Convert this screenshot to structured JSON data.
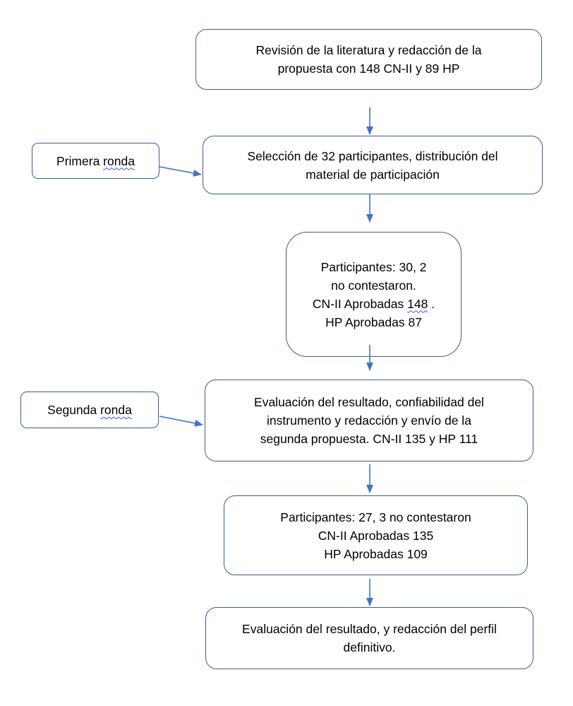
{
  "colors": {
    "arrow": "#4472c4",
    "box_border": "#3a5f8f",
    "spellcheck_underline": "#3355dd"
  },
  "step1": {
    "line1": "Revisión de la literatura y redacción de la",
    "line2": "propuesta con 148 CN-II y 89 HP"
  },
  "step2": {
    "line1": "Selección de 32 participantes, distribución del",
    "line2": "material de participación"
  },
  "step3": {
    "line1": "Participantes: 30, 2",
    "line2": "no contestaron.",
    "line3_prefix": "CN-II Aprobadas ",
    "line3_num": "148",
    "line3_suffix": " .",
    "line4": "HP Aprobadas 87"
  },
  "step4": {
    "line1": "Evaluación del resultado, confiabilidad del",
    "line2": "instrumento y redacción y envío de la",
    "line3": "segunda propuesta. CN-II 135 y HP 111"
  },
  "step5": {
    "line1": "Participantes: 27, 3 no contestaron",
    "line2": "CN-II Aprobadas 135",
    "line3": "HP Aprobadas 109"
  },
  "step6": {
    "line1": "Evaluación del resultado, y redacción del perfil",
    "line2": "definitivo."
  },
  "round1": {
    "word1": "Primera ",
    "word2": "ronda"
  },
  "round2": {
    "word1": "Segunda ",
    "word2": "ronda"
  }
}
